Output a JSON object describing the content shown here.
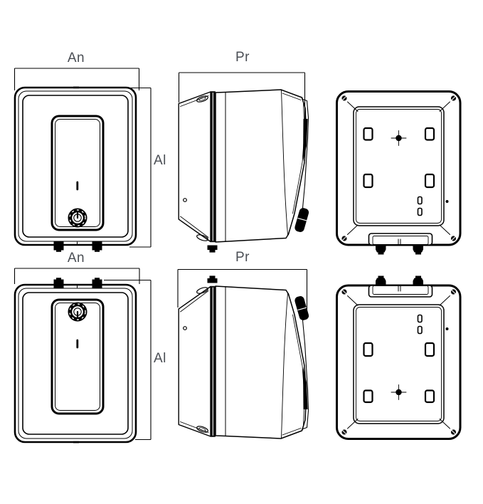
{
  "labels": {
    "top_row": {
      "width": "An",
      "depth": "Pr",
      "height": "Al"
    },
    "bottom_row": {
      "width": "An",
      "depth": "Pr",
      "height": "Al"
    }
  },
  "colors": {
    "background": "#ffffff",
    "line": "#000000",
    "label_text": "#4a4e54"
  }
}
